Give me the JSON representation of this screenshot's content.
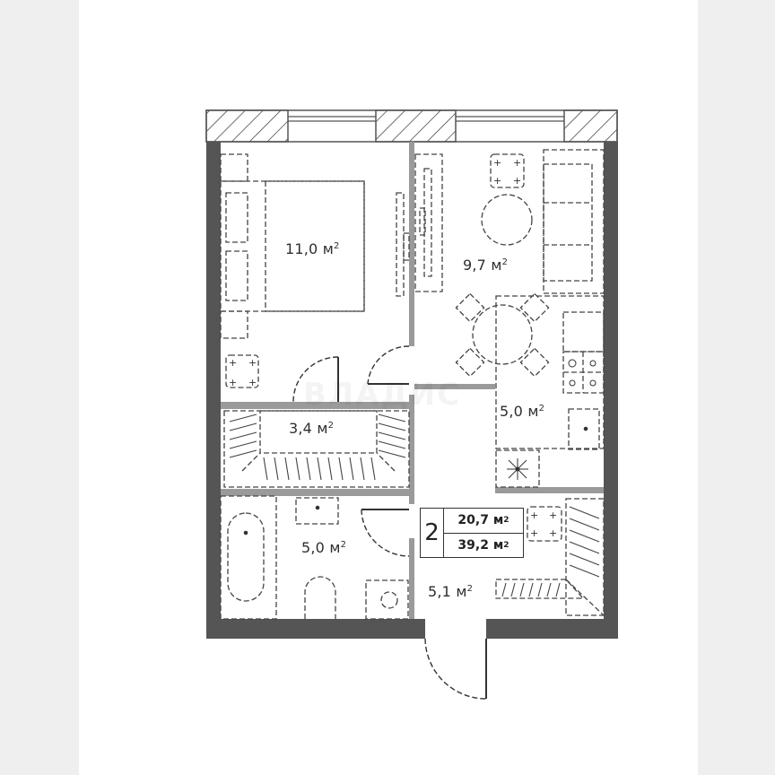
{
  "plan": {
    "rooms_count": "2",
    "living_area": "20,7",
    "total_area": "39,2",
    "unit": "м",
    "unit_power": "2"
  },
  "rooms": [
    {
      "id": "bedroom",
      "area": "11,0"
    },
    {
      "id": "living-room",
      "area": "9,7"
    },
    {
      "id": "kitchen",
      "area": "5,0"
    },
    {
      "id": "wardrobe",
      "area": "3,4"
    },
    {
      "id": "bathroom",
      "area": "5,0"
    },
    {
      "id": "hallway",
      "area": "5,1"
    }
  ],
  "watermark": "ВЛАДИС",
  "colors": {
    "outer_wall": "#555555",
    "inner_wall": "#9a9a9a",
    "furniture": "#444444",
    "background": "#efefef"
  }
}
